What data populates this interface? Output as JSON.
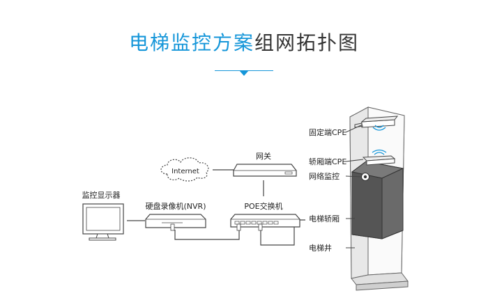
{
  "title": {
    "highlight": "电梯监控方案",
    "rest": "组网拓扑图"
  },
  "colors": {
    "accent": "#1596d9",
    "line": "#444444",
    "elevator_car": "#5a5a5a"
  },
  "nodes": {
    "internet": "Internet",
    "gateway": "网关",
    "poe_switch": "POE交换机",
    "nvr": "硬盘录像机(NVR)",
    "monitor": "监控显示器",
    "fixed_cpe": "固定端CPE",
    "car_cpe": "轿厢端CPE",
    "ip_camera": "网络监控",
    "elevator_car": "电梯轿厢",
    "elevator_shaft": "电梯井"
  }
}
